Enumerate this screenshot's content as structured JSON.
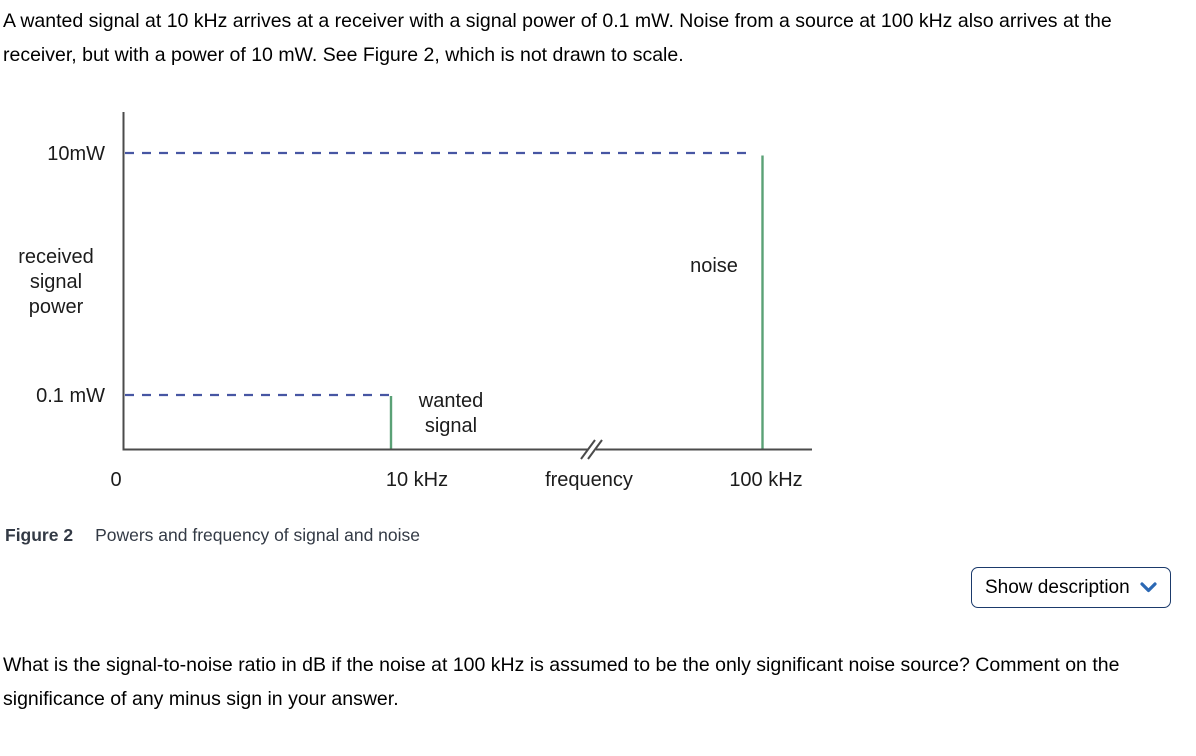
{
  "intro_text": "A wanted signal at 10 kHz arrives at a receiver with a signal power of 0.1 mW. Noise from a source at 100 kHz also arrives at the receiver, but with a power of 10 mW. See Figure 2, which is not drawn to scale.",
  "figure": {
    "y_axis": {
      "label_lines": [
        "received",
        "signal",
        "power"
      ],
      "tick_top": "10mW",
      "tick_bottom": "0.1 mW"
    },
    "x_axis": {
      "origin": "0",
      "tick_signal": "10 kHz",
      "label": "frequency",
      "tick_noise": "100 kHz"
    },
    "annotations": {
      "wanted_line1": "wanted",
      "wanted_line2": "signal",
      "noise": "noise"
    },
    "colors": {
      "dashed_line": "#4756a3",
      "spike_line": "#5aa176",
      "axis_line": "#4b4b4b",
      "label_text": "#1c1c1c"
    }
  },
  "caption": {
    "label": "Figure 2",
    "text": "Powers and frequency of signal and noise"
  },
  "description_button": {
    "label": "Show description"
  },
  "question_text": "What is the signal-to-noise ratio in dB if the noise at 100 kHz is assumed to be the only significant noise source? Comment on the significance of any minus sign in your answer.",
  "chart_data": {
    "type": "line",
    "title": "Powers and frequency of signal and noise",
    "xlabel": "frequency",
    "ylabel": "received signal power",
    "x_ticks": [
      "0",
      "10 kHz",
      "100 kHz"
    ],
    "y_ticks": [
      "0.1 mW",
      "10mW"
    ],
    "axis_break": "between 10 kHz and 100 kHz (not drawn to scale)",
    "series": [
      {
        "name": "wanted signal",
        "x": "10 kHz",
        "y": "0.1 mW"
      },
      {
        "name": "noise",
        "x": "100 kHz",
        "y": "10 mW"
      }
    ],
    "grid": false,
    "legend_position": "inline annotations",
    "notes": "vertical spike lines with dashed horizontal reference lines at each power level"
  }
}
